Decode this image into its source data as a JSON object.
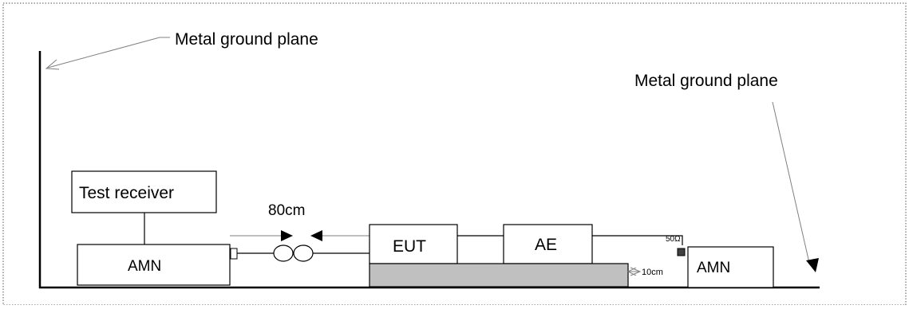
{
  "diagram": {
    "labels": {
      "ground_plane_left": "Metal ground plane",
      "ground_plane_right": "Metal ground plane",
      "test_receiver": "Test receiver",
      "amn_left": "AMN",
      "amn_right": "AMN",
      "eut": "EUT",
      "ae": "AE",
      "distance_80cm": "80cm",
      "distance_10cm": "10cm",
      "termination_50ohm": "50Ω"
    },
    "colors": {
      "line": "#000000",
      "table_fill": "#c0c0c0",
      "arrow_gray": "#808080",
      "frame_dotted": "#555555"
    }
  }
}
